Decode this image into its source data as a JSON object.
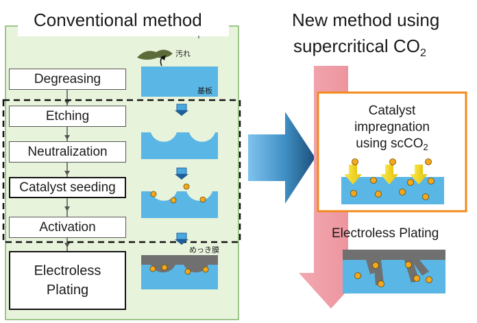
{
  "conventional": {
    "title": "Conventional method",
    "steps": [
      {
        "label": "Degreasing"
      },
      {
        "label": "Etching"
      },
      {
        "label": "Neutralization"
      },
      {
        "label": "Catalyst seeding"
      },
      {
        "label": "Activation"
      },
      {
        "label": "Electroless Plating"
      }
    ],
    "tags": {
      "dirt": "汚れ",
      "substrate": "基板",
      "plating_film": "めっき膜"
    }
  },
  "new_method": {
    "title_line1": "New method using",
    "title_line2": "supercritical CO",
    "title_sub": "2",
    "box_line1": "Catalyst",
    "box_line2": "impregnation",
    "box_line3": "using scCO",
    "box_sub": "2",
    "plating_label": "Electroless Plating"
  },
  "colors": {
    "panel_bg": "#e8f3dc",
    "panel_border": "#9cc58a",
    "water": "#5ab6e4",
    "pink_arrow": "#f0a0a8",
    "orange_border": "#f08a1e",
    "catalyst": "#f5a81c",
    "yellow_arrow": "#f4d81c",
    "dark_arrow": "#1d4f7a"
  }
}
